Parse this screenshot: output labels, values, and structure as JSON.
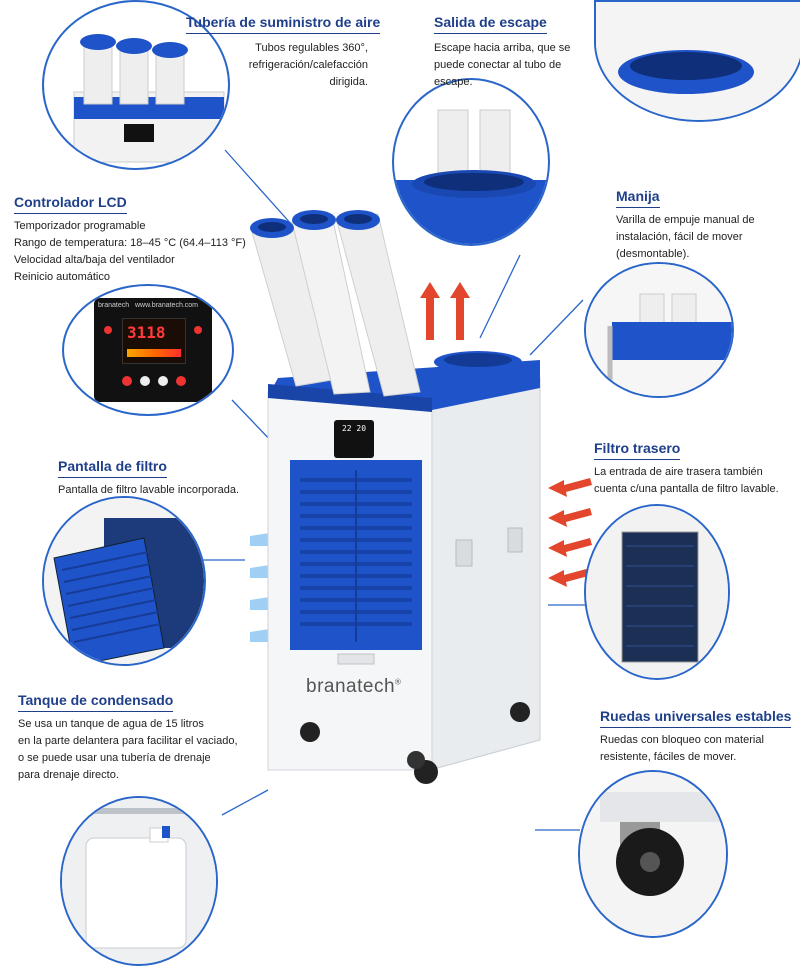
{
  "colors": {
    "accent": "#1f3f8a",
    "circle": "#2a66c9",
    "body_blue": "#1f53c9",
    "arrow_red": "#e2472e",
    "arrow_blue": "#8fc6ee"
  },
  "callouts": {
    "supply": {
      "title": "Tubería de suministro de aire",
      "lines": [
        "Tubos regulables 360°,",
        "refrigeración/calefacción",
        "dirigida."
      ]
    },
    "exhaust": {
      "title": "Salida de escape",
      "lines": [
        "Escape hacia arriba, que se",
        "puede conectar al tubo de",
        "escape."
      ]
    },
    "lcd": {
      "title": "Controlador LCD",
      "lines": [
        "Temporizador programable",
        "Rango de temperatura: 18–45 °C (64.4–113 °F)",
        "Velocidad alta/baja del ventilador",
        "Reinicio automático"
      ]
    },
    "handle": {
      "title": "Manija",
      "lines": [
        "Varilla de empuje manual de",
        "instalación, fácil de mover",
        "(desmontable)."
      ]
    },
    "filter_screen": {
      "title": "Pantalla de filtro",
      "lines": [
        "Pantalla de filtro lavable incorporada."
      ]
    },
    "rear_filter": {
      "title": "Filtro trasero",
      "lines": [
        "La entrada de aire trasera también",
        "cuenta c/una pantalla de filtro lavable."
      ]
    },
    "tank": {
      "title": "Tanque de condensado",
      "lines": [
        "Se usa un tanque de agua de 15 litros",
        "en la parte delantera para facilitar el vaciado,",
        "o se puede usar una tubería de drenaje",
        "para drenaje directo."
      ]
    },
    "wheels": {
      "title": "Ruedas universales estables",
      "lines": [
        "Ruedas con bloqueo con material",
        "resistente, fáciles de mover."
      ]
    }
  },
  "brand": {
    "name": "branatech",
    "registered": "®",
    "website": "www.branatech.com"
  },
  "panel": {
    "display_left": "31",
    "display_right": "18",
    "small_left": "22",
    "small_right": "20"
  }
}
